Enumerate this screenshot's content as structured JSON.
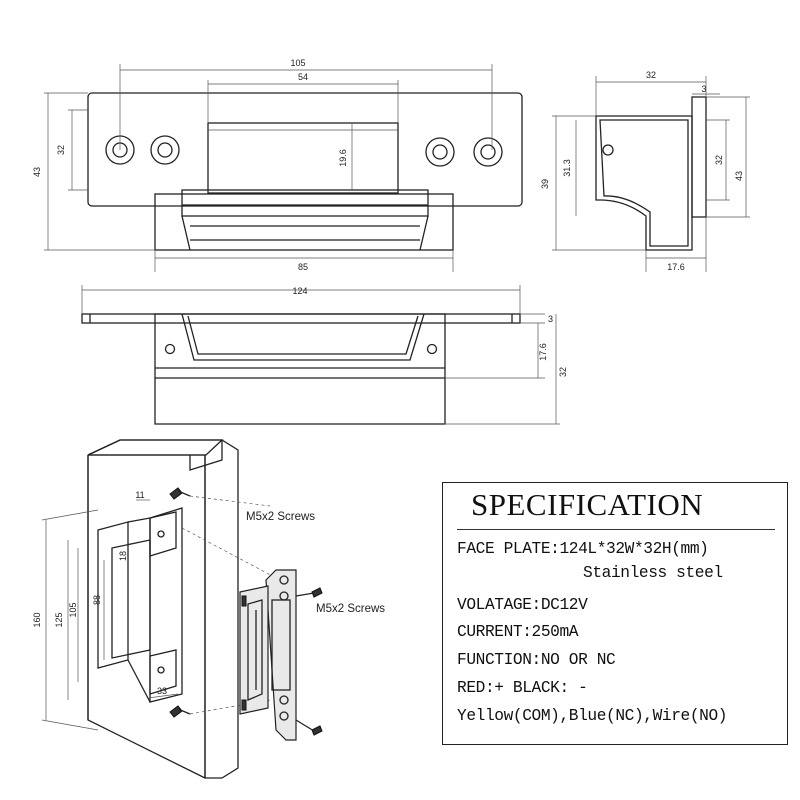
{
  "top_view": {
    "width_105": "105",
    "width_54": "54",
    "height_32": "32",
    "height_43": "43",
    "height_19_6": "19.6",
    "width_85": "85"
  },
  "side_view": {
    "width_32": "32",
    "depth_3": "3",
    "height_39": "39",
    "height_31_3": "31.3",
    "height_32": "32",
    "height_43": "43",
    "width_17_6": "17.6"
  },
  "front_view": {
    "length_124": "124",
    "thickness_3": "3",
    "height_17_6": "17.6",
    "height_32": "32"
  },
  "install_view": {
    "dim_11": "11",
    "dim_18": "18",
    "dim_160": "160",
    "dim_125": "125",
    "dim_105": "105",
    "dim_88": "88",
    "dim_33": "33",
    "screw_label_1": "M5x2 Screws",
    "screw_label_2": "M5x2 Screws"
  },
  "spec": {
    "title": "SPECIFICATION",
    "face_plate": "FACE PLATE:124L*32W*32H(mm)",
    "material": "Stainless steel",
    "voltage": "VOLATAGE:DC12V",
    "current": "CURRENT:250mA",
    "function": "FUNCTION:NO OR NC",
    "polarity": "RED:+  BLACK: -",
    "wires": "Yellow(COM),Blue(NC),Wire(NO)"
  }
}
